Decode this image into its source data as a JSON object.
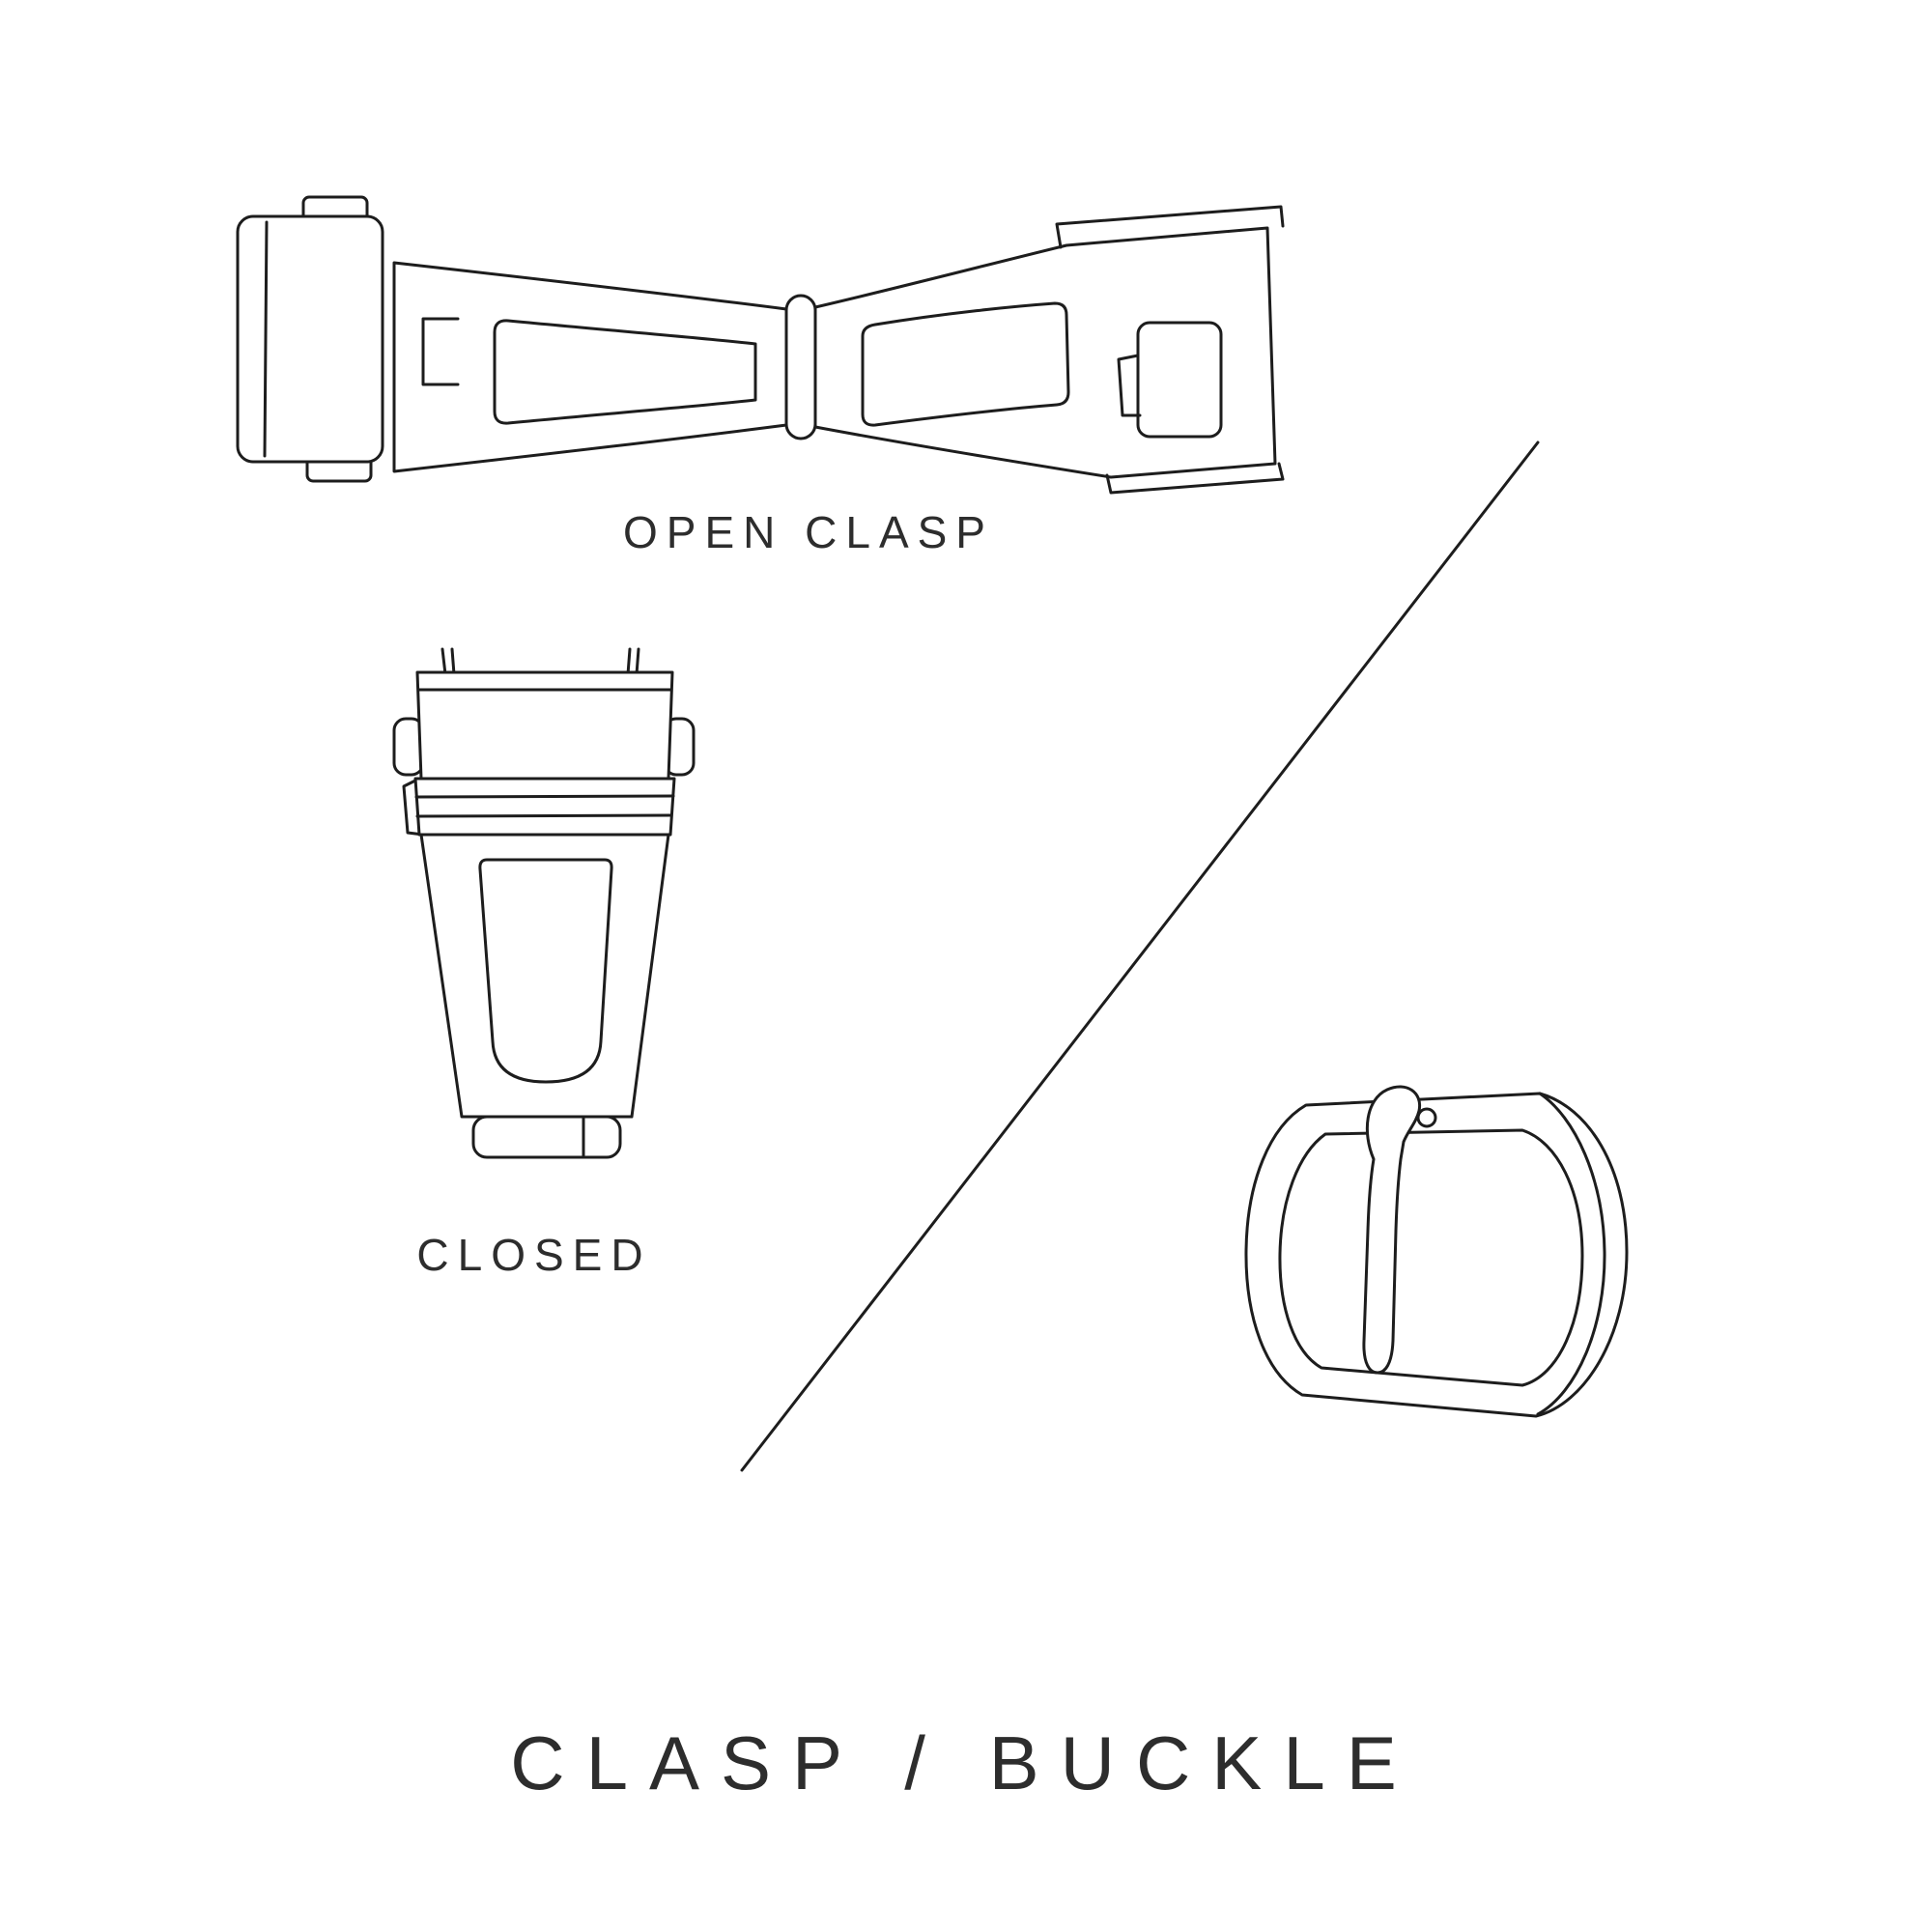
{
  "page": {
    "title": "CLASP / BUCKLE"
  },
  "colors": {
    "line": "#1d1d1d",
    "text": "#2d2d2d",
    "background": "#ffffff"
  },
  "figures": {
    "open_clasp": {
      "label": "OPEN CLASP"
    },
    "closed_clasp": {
      "label": "CLOSED"
    }
  }
}
